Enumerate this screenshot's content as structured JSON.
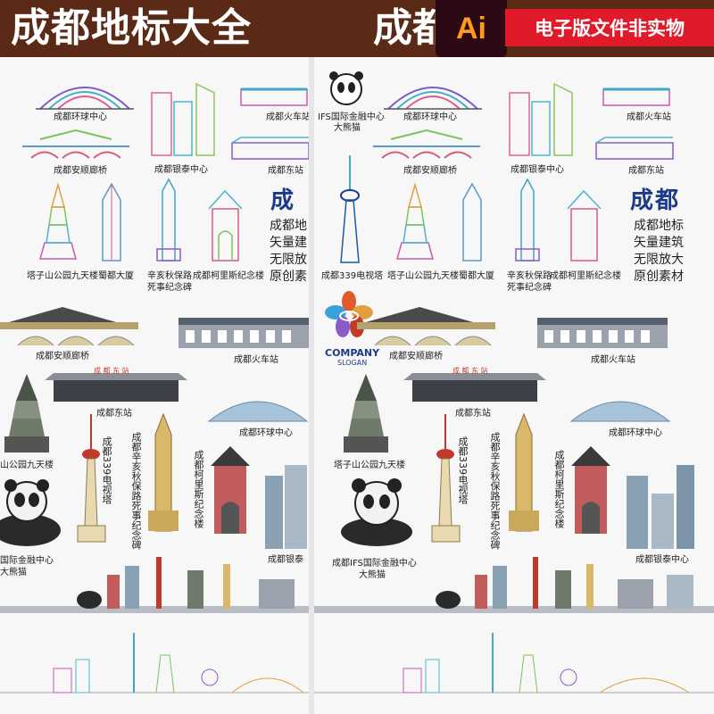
{
  "header": {
    "title": "成都地标大全",
    "title_right": "成都",
    "ai_badge": "Ai",
    "notice": "电子版文件非实物"
  },
  "colors": {
    "header_bg": "#5a2a17",
    "notice_bg": "#e11a2a",
    "ai_text": "#ff9a1f",
    "brand_blue": "#1d3a8a"
  },
  "landmarks": {
    "huanqiu": "成都环球中心",
    "huochezhan": "成都火车站",
    "ifs": "IFS国际金融中心",
    "daxiongmao": "大熊猫",
    "anshunlangqiao": "成都安顺廊桥",
    "yintai": "成都银泰中心",
    "dongzhan": "成都东站",
    "dongzhan_sign": "成 都 东 站",
    "tower339": "成都339电视塔",
    "tazishan": "塔子山公园九天楼",
    "hengdu": "蜀都大厦",
    "xinhai": "辛亥秋保路死事纪念碑",
    "xinhai_line1": "辛亥秋保路",
    "xinhai_line2": "死事纪念碑",
    "kelisi": "成都柯里斯纪念楼",
    "tower339_vertical": "成都339电视塔",
    "xinhai_vertical": "成都辛亥秋保路死事纪念碑",
    "kelisi_vertical": "成都柯里斯纪念楼",
    "ifs_combo": "成都IFS国际金融中心",
    "tazishan_partial": "山公园九天楼",
    "ifs_partial": "国际金融中心",
    "yintai_partial": "成都银泰"
  },
  "promo": {
    "brand": "成都",
    "lines": [
      "成都地标",
      "矢量建筑",
      "无限放大",
      "原创素材"
    ],
    "brand_partial": "成",
    "lines_partial": [
      "成都地",
      "矢量建",
      "无限放",
      "原创素"
    ]
  },
  "logo": {
    "company": "COMPANY",
    "slogan": "SLOGAN"
  }
}
